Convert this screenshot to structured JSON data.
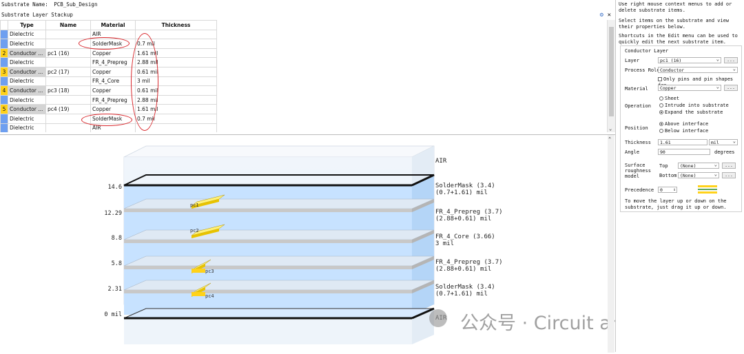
{
  "substrate_name_label": "Substrate Name:",
  "substrate_name_value": "PCB_Sub_Design",
  "stackup_title": "Substrate Layer Stackup",
  "columns": [
    "Type",
    "Name",
    "Material",
    "Thickness"
  ],
  "rows": [
    {
      "idx": "",
      "type": "Dielectric",
      "name": "",
      "material": "AIR",
      "thickness": ""
    },
    {
      "idx": "",
      "type": "Dielectric",
      "name": "",
      "material": "SolderMask",
      "thickness": "0.7 mil"
    },
    {
      "idx": "2",
      "type": "Conductor ...",
      "name": "pc1 (16)",
      "material": "Copper",
      "thickness": "1.61 mil"
    },
    {
      "idx": "",
      "type": "Dielectric",
      "name": "",
      "material": "FR_4_Prepreg",
      "thickness": "2.88 mil"
    },
    {
      "idx": "3",
      "type": "Conductor ...",
      "name": "pc2 (17)",
      "material": "Copper",
      "thickness": "0.61 mil"
    },
    {
      "idx": "",
      "type": "Dielectric",
      "name": "",
      "material": "FR_4_Core",
      "thickness": "3 mil"
    },
    {
      "idx": "4",
      "type": "Conductor ...",
      "name": "pc3 (18)",
      "material": "Copper",
      "thickness": "0.61 mil"
    },
    {
      "idx": "",
      "type": "Dielectric",
      "name": "",
      "material": "FR_4_Prepreg",
      "thickness": "2.88 mil"
    },
    {
      "idx": "5",
      "type": "Conductor ...",
      "name": "pc4 (19)",
      "material": "Copper",
      "thickness": "1.61 mil"
    },
    {
      "idx": "",
      "type": "Dielectric",
      "name": "",
      "material": "SolderMask",
      "thickness": "0.7 mil"
    },
    {
      "idx": "",
      "type": "Dielectric",
      "name": "",
      "material": "AIR",
      "thickness": ""
    }
  ],
  "view": {
    "y_ticks": [
      "14.6",
      "12.29",
      "8.8",
      "5.8",
      "2.31",
      "0 mil"
    ],
    "layer_labels": [
      {
        "line1": "AIR",
        "line2": ""
      },
      {
        "line1": "SolderMask (3.4)",
        "line2": "(0.7+1.61) mil"
      },
      {
        "line1": "FR_4_Prepreg (3.7)",
        "line2": "(2.88+0.61) mil"
      },
      {
        "line1": "FR_4_Core (3.66)",
        "line2": "3 mil"
      },
      {
        "line1": "FR_4_Prepreg (3.7)",
        "line2": "(2.88+0.61) mil"
      },
      {
        "line1": "SolderMask (3.4)",
        "line2": "(0.7+1.61) mil"
      },
      {
        "line1": "AIR",
        "line2": ""
      }
    ],
    "conductor_labels": [
      "pc1",
      "pc2",
      "pc3",
      "pc4"
    ],
    "watermark": "公众号 · Circuit and Signal"
  },
  "help": {
    "p1": "Use right mouse context menus to add or delete substrate items.",
    "p2": "Select items on the substrate and view their properties below.",
    "p3": "Shortcuts in the Edit menu can be used to quickly edit the next substrate item."
  },
  "panel": {
    "title": "Conductor Layer",
    "layer_label": "Layer",
    "layer_value": "pc1 (16)",
    "process_role_label": "Process Role",
    "process_role_value": "Conductor",
    "only_pins_label": "Only pins and pin shapes fro",
    "material_label": "Material",
    "material_value": "Copper",
    "operation_label": "Operation",
    "op_sheet": "Sheet",
    "op_intrude": "Intrude into substrate",
    "op_expand": "Expand the substrate",
    "position_label": "Position",
    "pos_above": "Above interface",
    "pos_below": "Below interface",
    "thickness_label": "Thickness",
    "thickness_value": "1.61",
    "thickness_unit": "mil",
    "angle_label": "Angle",
    "angle_value": "90",
    "angle_unit": "degrees",
    "roughness_label_1": "Surface",
    "roughness_label_2": "roughness",
    "roughness_label_3": "model",
    "top_label": "Top",
    "top_value": "(None)",
    "bottom_label": "Bottom",
    "bottom_value": "(None)",
    "precedence_label": "Precedence",
    "precedence_value": "0",
    "hint": "To move the layer up or down on the substrate, just drag it up or down.",
    "ellipsis": "..."
  },
  "colors": {
    "index_blue": "#6e9ff0",
    "index_yellow": "#ffd21a",
    "circle_red": "#d9262b",
    "dielectric_blue": "#b9dcff",
    "copper_yellow": "#ffe94a"
  }
}
